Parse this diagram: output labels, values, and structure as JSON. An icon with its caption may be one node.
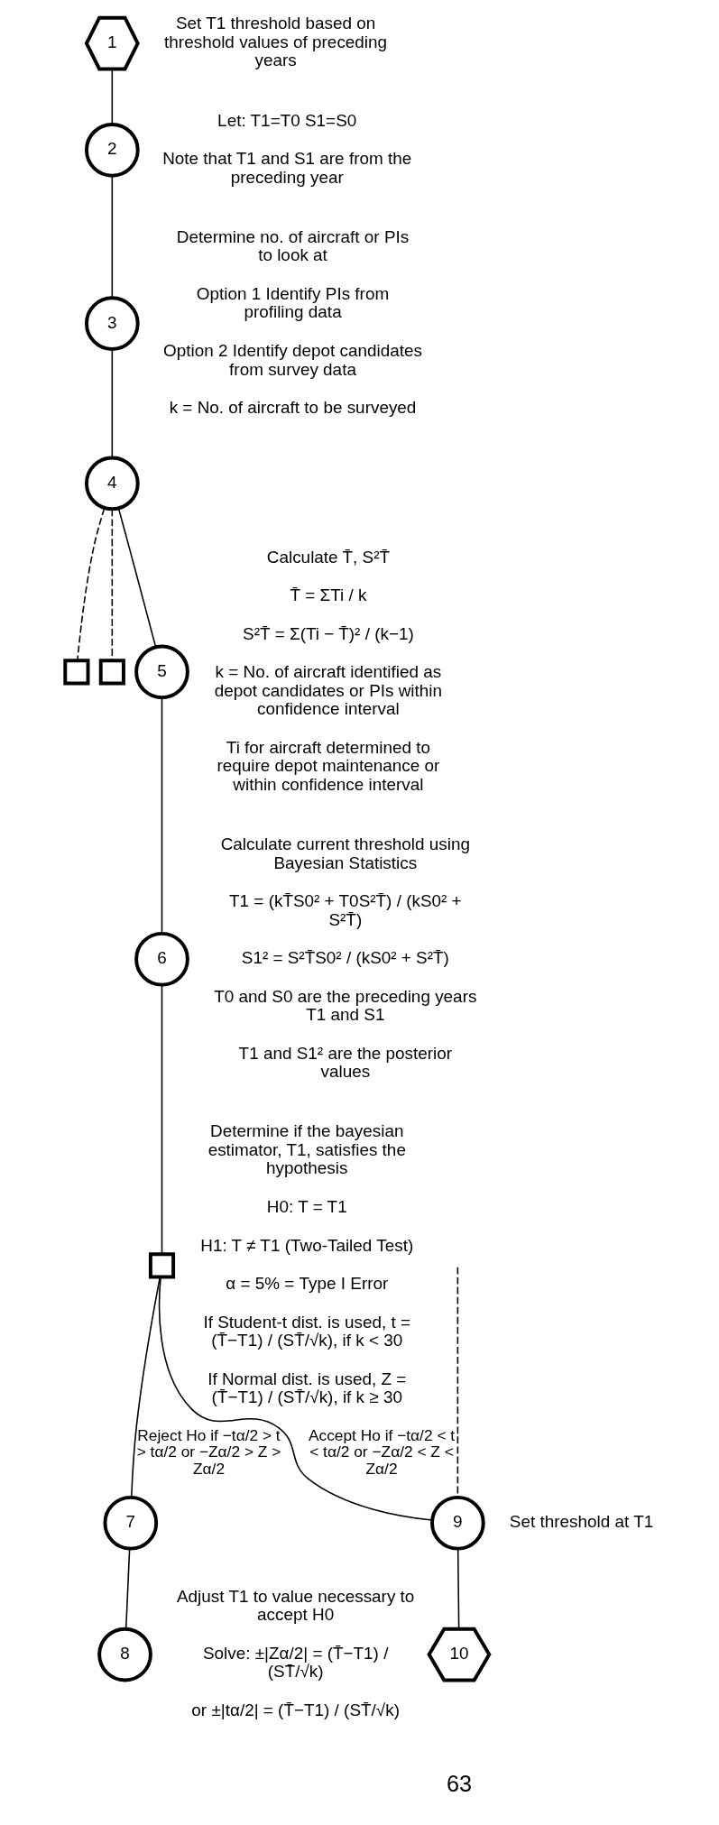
{
  "diagram": {
    "nodes": [
      {
        "text": [
          "1"
        ],
        "beside": [
          "Set T1 threshold based on threshold values of preceding years"
        ]
      },
      {
        "text": [
          "2"
        ],
        "beside": [
          "Let: T1=T0 S1=S0",
          "Note that T1 and S1 are from the preceding year"
        ]
      },
      {
        "text": [
          "3"
        ],
        "beside": [
          "Determine no. of aircraft or PIs to look at",
          "Option 1 Identify PIs from profiling data",
          "Option 2 Identify depot candidates from survey data",
          "k = No. of aircraft to be surveyed"
        ]
      },
      {
        "text": [
          "4"
        ]
      },
      {
        "text": [],
        "shape": "box"
      },
      {
        "text": [],
        "shape": "box"
      },
      {
        "text": [
          "5"
        ],
        "beside": [
          "Calculate T̄, S²T̄",
          "T̄ = ΣTi / k",
          "S²T̄ = Σ(Ti − T̄)² / (k−1)",
          "k = No. of aircraft identified as depot candidates or PIs within confidence interval",
          "Ti for aircraft determined to require depot maintenance or within confidence interval"
        ]
      },
      {
        "text": [
          "6"
        ],
        "beside": [
          "Calculate current threshold using Bayesian Statistics",
          "T1 = (kT̄S0² + T0S²T̄) / (kS0² + S²T̄)",
          "S1² = S²T̄S0² / (kS0² + S²T̄)",
          "T0 and S0 are the preceding years T1 and S1",
          "T1 and S1² are the posterior values"
        ]
      },
      {
        "text": [],
        "shape": "box",
        "beside": [
          "Determine if the bayesian estimator, T1, satisfies the hypothesis",
          "H0: T = T1",
          "H1: T ≠ T1 (Two-Tailed Test)",
          "α = 5% = Type I Error",
          "If Student-t dist. is used, t = (T̄−T1) / (ST̄/√k), if k < 30",
          "If Normal dist. is used, Z = (T̄−T1) / (ST̄/√k), if k ≥ 30"
        ]
      },
      {
        "text": [
          "7"
        ]
      },
      {
        "text": [
          "8"
        ],
        "beside": [
          "Adjust T1 to value necessary to accept H0",
          "Solve: ±|Zα/2| = (T̄−T1) / (ST̄/√k)",
          "or ±|tα/2| = (T̄−T1) / (ST̄/√k)"
        ]
      },
      {
        "text": [
          "9"
        ],
        "beside": [
          "Set threshold at T1"
        ]
      },
      {
        "text": [
          "10"
        ]
      }
    ],
    "edges": [
      {
        "from": 0,
        "to": 1,
        "arrow": "none"
      },
      {
        "from": 1,
        "to": 2,
        "arrow": "none"
      },
      {
        "from": 2,
        "to": 3,
        "arrow": "none"
      },
      {
        "from": 3,
        "to": 4,
        "arrow": "none",
        "style": "dashed"
      },
      {
        "from": 3,
        "to": 5,
        "arrow": "none",
        "style": "dashed"
      },
      {
        "from": 3,
        "to": 6,
        "arrow": "none"
      },
      {
        "from": 6,
        "to": 7,
        "arrow": "none"
      },
      {
        "from": 7,
        "to": 8,
        "arrow": "none"
      },
      {
        "from": 8,
        "to": 9,
        "arrow": "none",
        "label": "Reject Ho if −tα/2 > t > tα/2 or −Zα/2 > Z > Zα/2"
      },
      {
        "from": 8,
        "to": 11,
        "arrow": "none",
        "label": "Accept Ho if −tα/2 < t < tα/2 or −Zα/2 < Z < Zα/2"
      },
      {
        "from": 9,
        "to": 10,
        "arrow": "none"
      },
      {
        "from": 11,
        "to": 12,
        "arrow": "none"
      },
      {
        "from": null,
        "to": 11,
        "arrow": "none",
        "style": "dashed"
      }
    ],
    "labels": [
      "63"
    ]
  }
}
